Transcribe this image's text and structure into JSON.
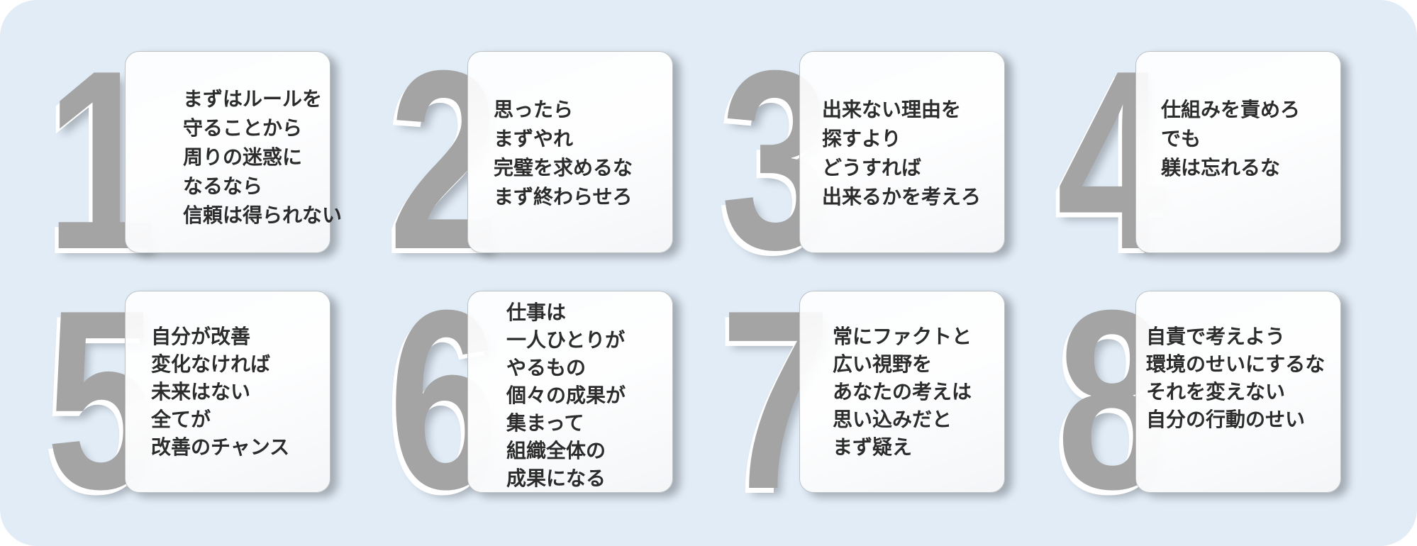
{
  "items": [
    {
      "number": "1",
      "lines": [
        "まずはルールを",
        "守ることから",
        "周りの迷惑に",
        "なるなら",
        "信頼は得られない"
      ]
    },
    {
      "number": "2",
      "lines": [
        "思ったら",
        "まずやれ",
        "完璧を求めるな",
        "まず終わらせろ"
      ]
    },
    {
      "number": "3",
      "lines": [
        "出来ない理由を",
        "探すより",
        "どうすれば",
        "出来るかを考えろ"
      ]
    },
    {
      "number": "4",
      "lines": [
        "仕組みを責めろ",
        "でも",
        "躾は忘れるな"
      ]
    },
    {
      "number": "5",
      "lines": [
        "自分が改善",
        "変化なければ",
        "未来はない",
        "全てが",
        "改善のチャンス"
      ]
    },
    {
      "number": "6",
      "lines": [
        "仕事は",
        "一人ひとりが",
        "やるもの",
        "個々の成果が",
        "集まって",
        "組織全体の",
        "成果になる"
      ]
    },
    {
      "number": "7",
      "lines": [
        "常にファクトと",
        "広い視野を",
        "あなたの考えは",
        "思い込みだと",
        "まず疑え"
      ]
    },
    {
      "number": "8",
      "lines": [
        "自責で考えよう",
        "環境のせいにするな",
        "それを変えない",
        "自分の行動のせい"
      ]
    }
  ],
  "colors": {
    "background": "#e1ecf7",
    "numeral": "#a4a4a4",
    "card": "#ffffff",
    "text": "#2c2c2c"
  }
}
